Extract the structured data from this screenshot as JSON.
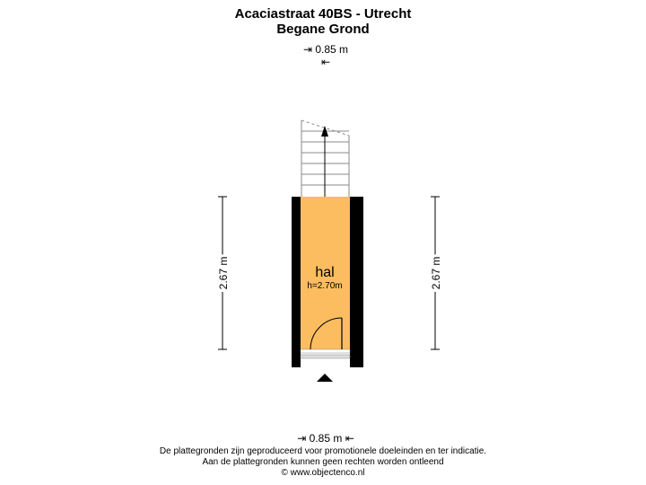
{
  "header": {
    "title": "Acaciastraat 40BS - Utrecht",
    "subtitle": "Begane Grond"
  },
  "dimensions": {
    "top_width": "0.85 m",
    "bottom_width": "0.85 m",
    "left_height": "2.67 m",
    "right_height": "2.67 m"
  },
  "room": {
    "name": "hal",
    "height": "h=2.70m",
    "fill_color": "#fbbd5f"
  },
  "footer": {
    "line1": "De plattegronden zijn geproduceerd voor promotionele doeleinden en ter indicatie.",
    "line2": "Aan de plattegronden kunnen geen rechten worden ontleend",
    "line3": "© www.objectenco.nl"
  },
  "colors": {
    "wall": "#000000",
    "stair": "#888888"
  }
}
